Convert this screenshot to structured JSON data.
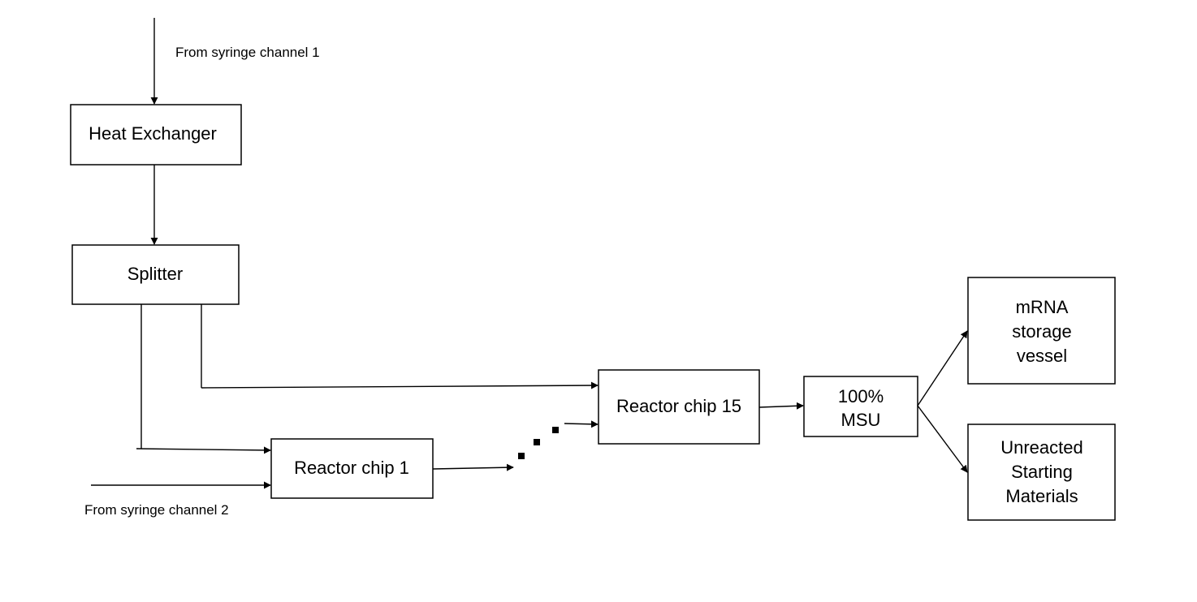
{
  "nodes": {
    "heat_exchanger": {
      "label": "Heat Exchanger"
    },
    "splitter": {
      "label": "Splitter"
    },
    "reactor_chip_1": {
      "label": "Reactor chip 1"
    },
    "reactor_chip_15": {
      "label": "Reactor chip 15"
    },
    "msu": {
      "line1": "100%",
      "line2": "MSU"
    },
    "storage": {
      "line1": "mRNA",
      "line2": "storage",
      "line3": "vessel"
    },
    "unreacted": {
      "line1": "Unreacted",
      "line2": "Starting",
      "line3": "Materials"
    }
  },
  "labels": {
    "syringe_1": "From syringe channel 1",
    "syringe_2": "From syringe channel 2"
  },
  "colors": {
    "line": "#000000",
    "box_fill": "#ffffff"
  }
}
